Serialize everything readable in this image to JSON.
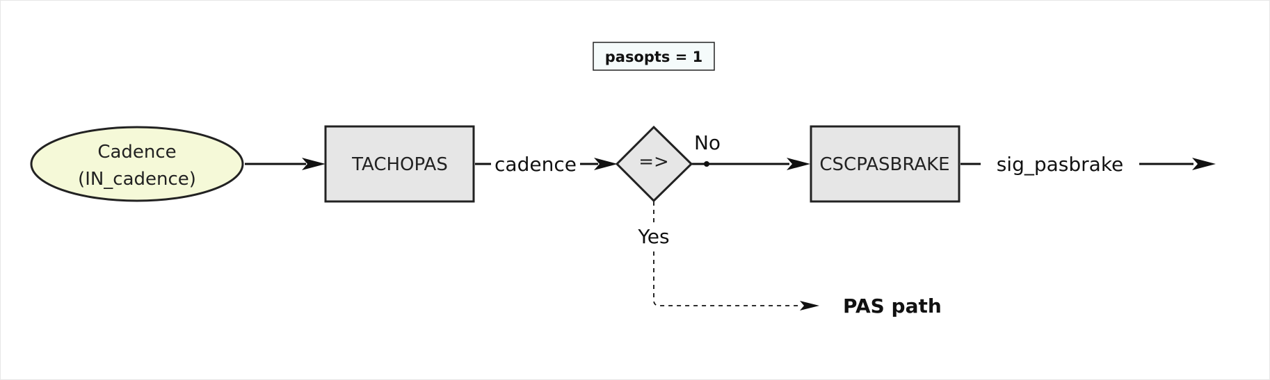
{
  "condition": {
    "label": "pasopts = 1"
  },
  "nodes": {
    "cadence_input": {
      "line1": "Cadence",
      "line2": "(IN_cadence)"
    },
    "tachopas": {
      "label": "TACHOPAS"
    },
    "decision": {
      "label": "=>"
    },
    "cscpasbrake": {
      "label": "CSCPASBRAKE"
    }
  },
  "edges": {
    "cadence": {
      "label": "cadence"
    },
    "no": {
      "label": "No"
    },
    "yes": {
      "label": "Yes"
    },
    "sig_pasbrake": {
      "label": "sig_pasbrake"
    }
  },
  "outputs": {
    "pas_path": {
      "label": "PAS path"
    }
  },
  "colors": {
    "node_fill": "#e6e6e6",
    "input_fill": "#f5f9d8",
    "condition_fill": "#f5fbfb",
    "stroke": "#222222"
  }
}
